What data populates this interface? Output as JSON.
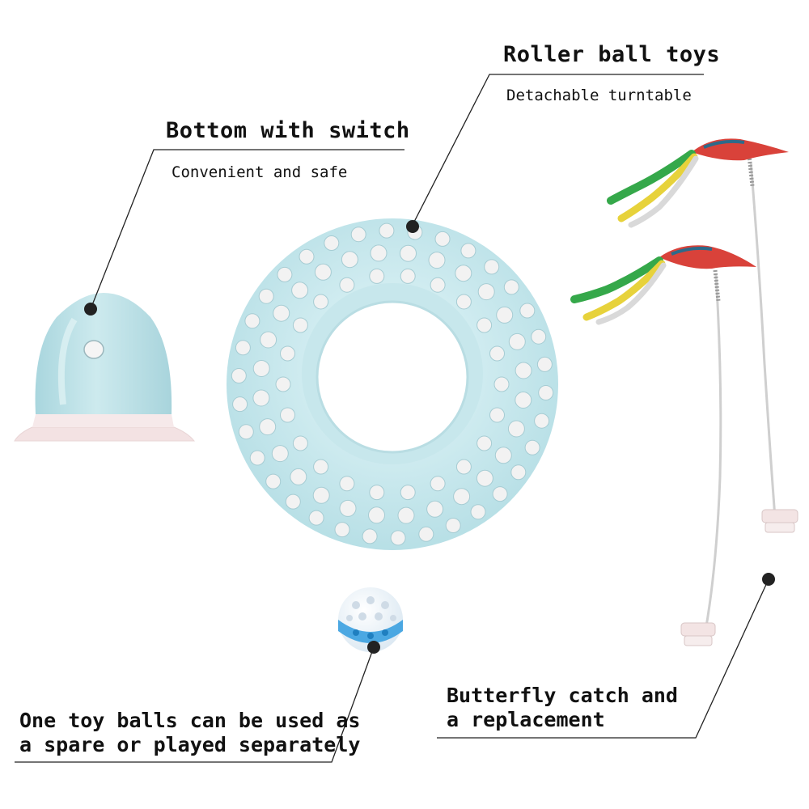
{
  "callouts": {
    "bottom": {
      "title": "Bottom with switch",
      "subtitle": "Convenient and safe"
    },
    "roller": {
      "title": "Roller ball toys",
      "subtitle": "Detachable turntable"
    },
    "ball": {
      "caption": "One toy balls can be used as\na spare or played separately"
    },
    "butterfly": {
      "caption": "Butterfly catch and\na replacement"
    }
  },
  "colors": {
    "plastic_blue": "#bfe3e8",
    "plastic_blue_dark": "#9fcdd6",
    "base_pink": "#f6e6e6",
    "ball_blue": "#3aa0e0",
    "wire": "#c9c9c9",
    "line": "#222222"
  }
}
